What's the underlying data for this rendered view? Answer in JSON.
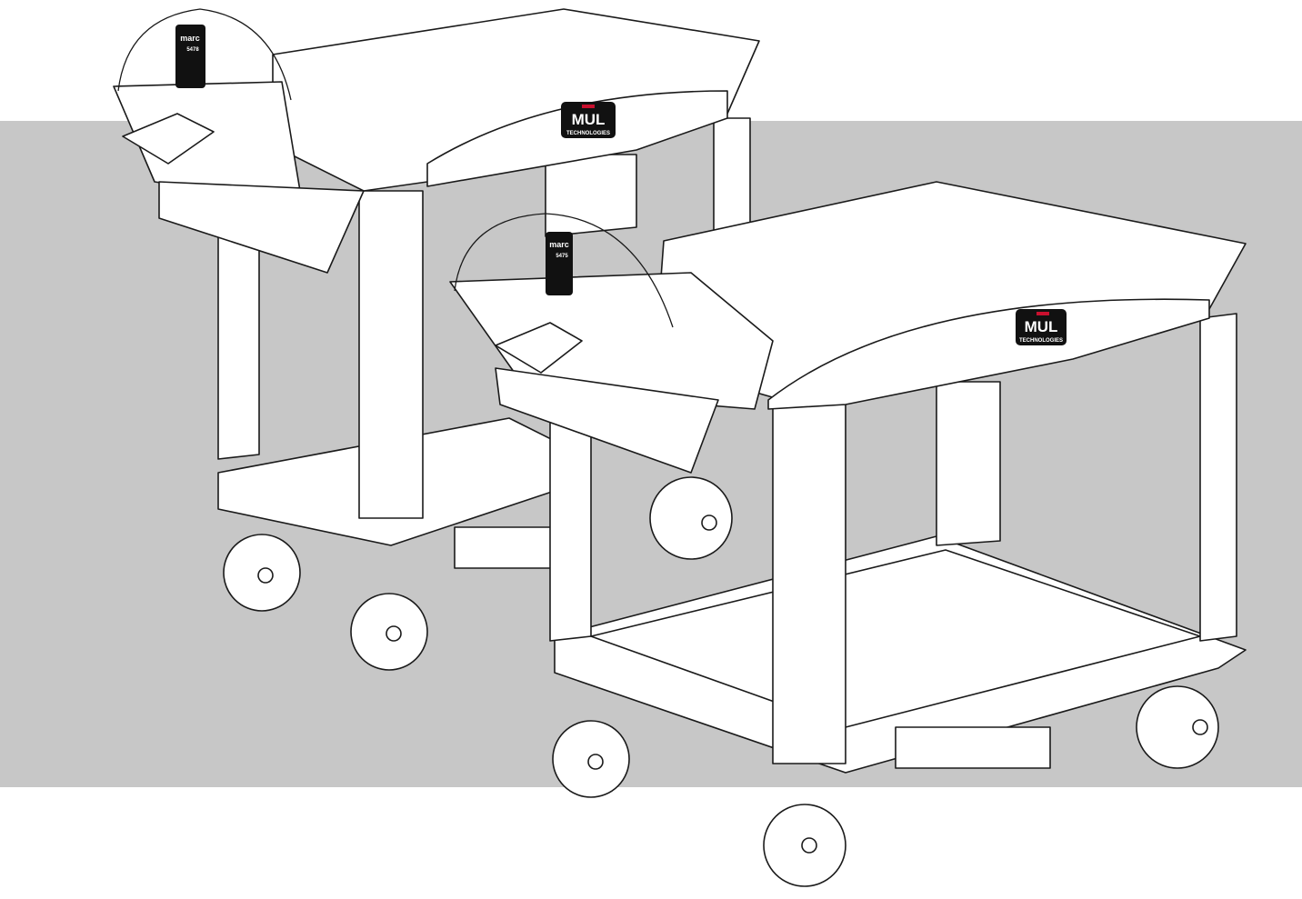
{
  "colors": {
    "background_panel": "#c7c7c7",
    "line": "#1a1a1a",
    "logo_red": "#c8102e",
    "logo_black": "#111111"
  },
  "carts": [
    {
      "device_brand": "marc",
      "device_model": "5478",
      "logo": {
        "main": "MUL",
        "sub": "TECHNOLOGIES"
      }
    },
    {
      "device_brand": "marc",
      "device_model": "5475",
      "logo": {
        "main": "MUL",
        "sub": "TECHNOLOGIES"
      }
    }
  ]
}
